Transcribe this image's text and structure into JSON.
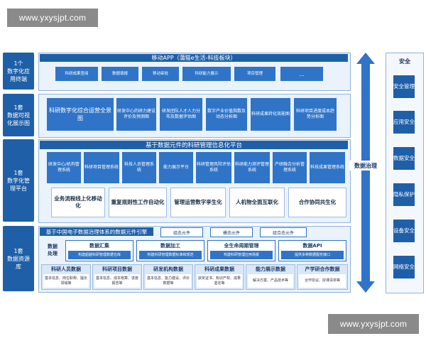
{
  "watermark": {
    "top": "www.yxysjpt.com",
    "bottom": "www.yxysjpt.com"
  },
  "layers": {
    "l1": "1个\n数字化应\n用终端",
    "l2": "1套\n数据可视\n化展示图",
    "l3": "1套\n数字化管\n理平台",
    "l4": "1套\n数据资源\n库"
  },
  "mobile": {
    "title": "移动APP（蒲猫e生活-科技板块）",
    "items": [
      "科研成果查阅",
      "数据填报",
      "移动审批",
      "科研能力展示",
      "项目管理",
      "..."
    ]
  },
  "visual": {
    "main": "科研数字化综合运营全景图",
    "items": [
      "研发中心的研力建设评价及预测图",
      "研发团队人才人力分布及数据评估图",
      "数字产业价值指数及动态分析图",
      "科研成果转化效能图",
      "科研项目进度成本趋势分析图"
    ]
  },
  "platform": {
    "title": "基于数据元件的科研管理信息化平台",
    "systems": [
      "研发中心/机构管理系统",
      "科研项目管理系统",
      "科技人员管理系统",
      "能力展示平台",
      "科研管理风险评估系统",
      "科研能力测评管理系统",
      "产研融合分析管理系统",
      "科技成果管理系统"
    ],
    "features": [
      "业务流程线上化移动化",
      "重复规则性工作自动化",
      "管理运营数字孪生化",
      "人机物全面互联化",
      "合作协同共生化"
    ]
  },
  "governance": "数据治理",
  "resource": {
    "engine": "基于中国电子数据治理体系的数据元件引擎",
    "tags": [
      "组态元件",
      "模态元件",
      "组合态元件"
    ],
    "process_label": "数据\n处理",
    "process": [
      {
        "title": "数据汇集",
        "desc": "构建超越科研管理数据仓库"
      },
      {
        "title": "数据加工",
        "desc": "构建科研管理数据标准和规范"
      },
      {
        "title": "全生命周期管理",
        "desc": "构建科研管理应用场景"
      },
      {
        "title": "数据API",
        "desc": "提供多种数据服务接口"
      }
    ],
    "db": [
      {
        "title": "科研人员数据",
        "desc": "基本信息、岗位职称、擅长领域等"
      },
      {
        "title": "科研项目数据",
        "desc": "基本信息、成本核算、进度报告等"
      },
      {
        "title": "研发机构数据",
        "desc": "基本信息、能力建设、评价数据等"
      },
      {
        "title": "科研成果数据",
        "desc": "获奖证书、知识产权、成果鉴定等"
      },
      {
        "title": "能力展示数据",
        "desc": "解决方案、产品技术等"
      },
      {
        "title": "产学研合作数据",
        "desc": "合作协议、授课清单等"
      }
    ]
  },
  "security": {
    "title": "安全",
    "items": [
      "安全管理",
      "应用安全",
      "数据安全",
      "隐私保护",
      "设备安全",
      "网络安全"
    ]
  },
  "colors": {
    "primary": "#1f5fa8",
    "chip": "#2f74c7",
    "panel": "#eaf2fb"
  }
}
